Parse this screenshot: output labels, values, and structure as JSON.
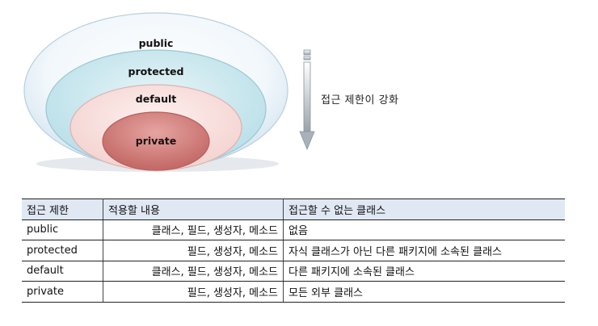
{
  "diagram": {
    "levels": [
      "public",
      "protected",
      "default",
      "private"
    ],
    "arrow_label": "접근 제한이 강화"
  },
  "table": {
    "headers": [
      "접근 제한",
      "적용할 내용",
      "접근할 수 없는 클래스"
    ],
    "rows": [
      [
        "public",
        "클래스, 필드, 생성자, 메소드",
        "없음"
      ],
      [
        "protected",
        "필드, 생성자, 메소드",
        "자식 클래스가 아닌 다른 패키지에 소속된 클래스"
      ],
      [
        "default",
        "클래스, 필드, 생성자, 메소드",
        "다른 패키지에 소속된 클래스"
      ],
      [
        "private",
        "필드, 생성자, 메소드",
        "모든 외부 클래스"
      ]
    ]
  }
}
